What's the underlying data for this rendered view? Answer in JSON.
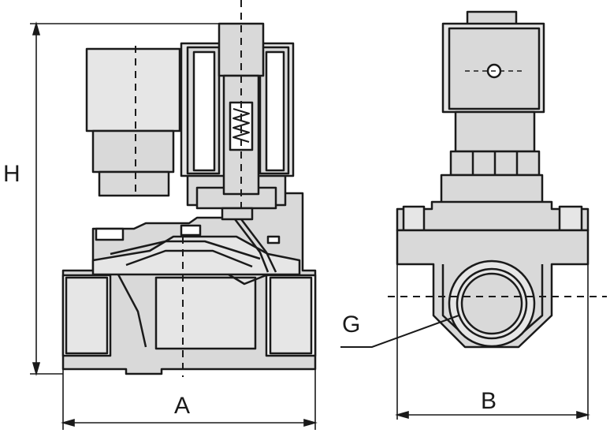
{
  "labels": {
    "height": "H",
    "width_front": "A",
    "width_side": "B",
    "thread": "G"
  },
  "colors": {
    "outline": "#1a1a1a",
    "fill": "#d9d9d9",
    "fill_light": "#e6e6e6",
    "background": "#ffffff"
  }
}
